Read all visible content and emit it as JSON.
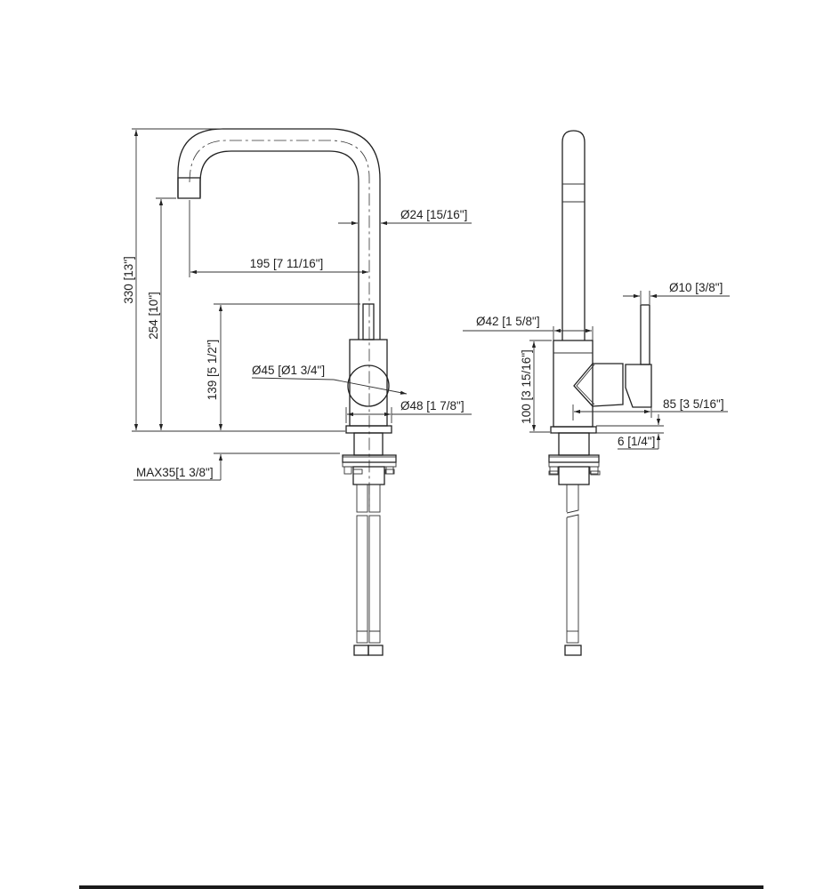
{
  "drawing": {
    "views": [
      "front-view",
      "side-view"
    ],
    "front_dimensions": {
      "total_height": "330 [13\"]",
      "spout_height": "254 [10\"]",
      "lever_height": "139 [5 1/2\"]",
      "max_deck": "MAX35[1 3/8\"]",
      "reach": "195 [7 11/16\"]",
      "spout_diameter": "Ø24 [15/16\"]",
      "knob_diameter": "Ø45 [Ø1 3/4\"]",
      "base_diameter": "Ø48 [1 7/8\"]"
    },
    "side_dimensions": {
      "lever_diameter": "Ø10 [3/8\"]",
      "body_diameter": "Ø42 [1 5/8\"]",
      "body_height": "100 [3 15/16\"]",
      "handle_length": "85 [3 5/16\"]",
      "base_thickness": "6 [1/4\"]"
    }
  }
}
